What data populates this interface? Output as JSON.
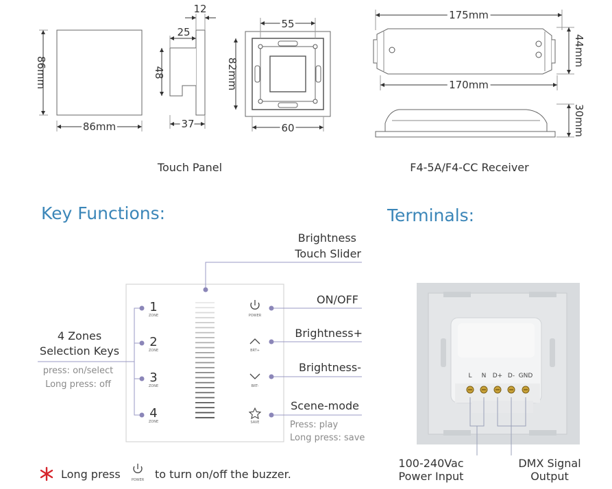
{
  "dimensions": {
    "panel_front_width": "86mm",
    "panel_front_height": "86mm",
    "side_depth_top": "12",
    "side_depth_mid": "25",
    "side_height": "48",
    "side_bottom": "37",
    "back_top": "55",
    "back_height": "82mm",
    "back_bottom": "60",
    "receiver_length": "175mm",
    "receiver_height": "44mm",
    "receiver_inner_length": "170mm",
    "receiver_side_height": "30mm"
  },
  "captions": {
    "touch_panel": "Touch Panel",
    "receiver": "F4-5A/F4-CC Receiver"
  },
  "key_functions": {
    "heading": "Key Functions:",
    "brightness_slider": [
      "Brightness",
      "Touch Slider"
    ],
    "on_off": "ON/OFF",
    "brightness_plus": "Brightness+",
    "brightness_minus": "Brightness-",
    "scene_mode": "Scene-mode",
    "scene_press": "Press: play",
    "scene_long_press": "Long press: save",
    "zones_label": [
      "4 Zones",
      "Selection Keys"
    ],
    "zones_press": "press: on/select",
    "zones_long_press": "Long press: off",
    "zones": [
      "1",
      "2",
      "3",
      "4"
    ],
    "zone_small_label": "ZONE",
    "button_labels": {
      "power": "POWER",
      "brt_plus": "BRT+",
      "brt_minus": "BRT-",
      "save": "SAVE"
    }
  },
  "note": {
    "prefix": "Long press",
    "icon_label": "POWER",
    "suffix": "to turn on/off the buzzer."
  },
  "terminals": {
    "heading": "Terminals:",
    "labels": [
      "L",
      "N",
      "D+",
      "D-",
      "GND"
    ],
    "power_input": [
      "100-240Vac",
      "Power Input"
    ],
    "dmx_output": [
      "DMX Signal",
      "Output"
    ]
  },
  "colors": {
    "heading": "#3b86b8",
    "accent_dot": "#8b86b8",
    "asterisk": "#d6242b"
  }
}
